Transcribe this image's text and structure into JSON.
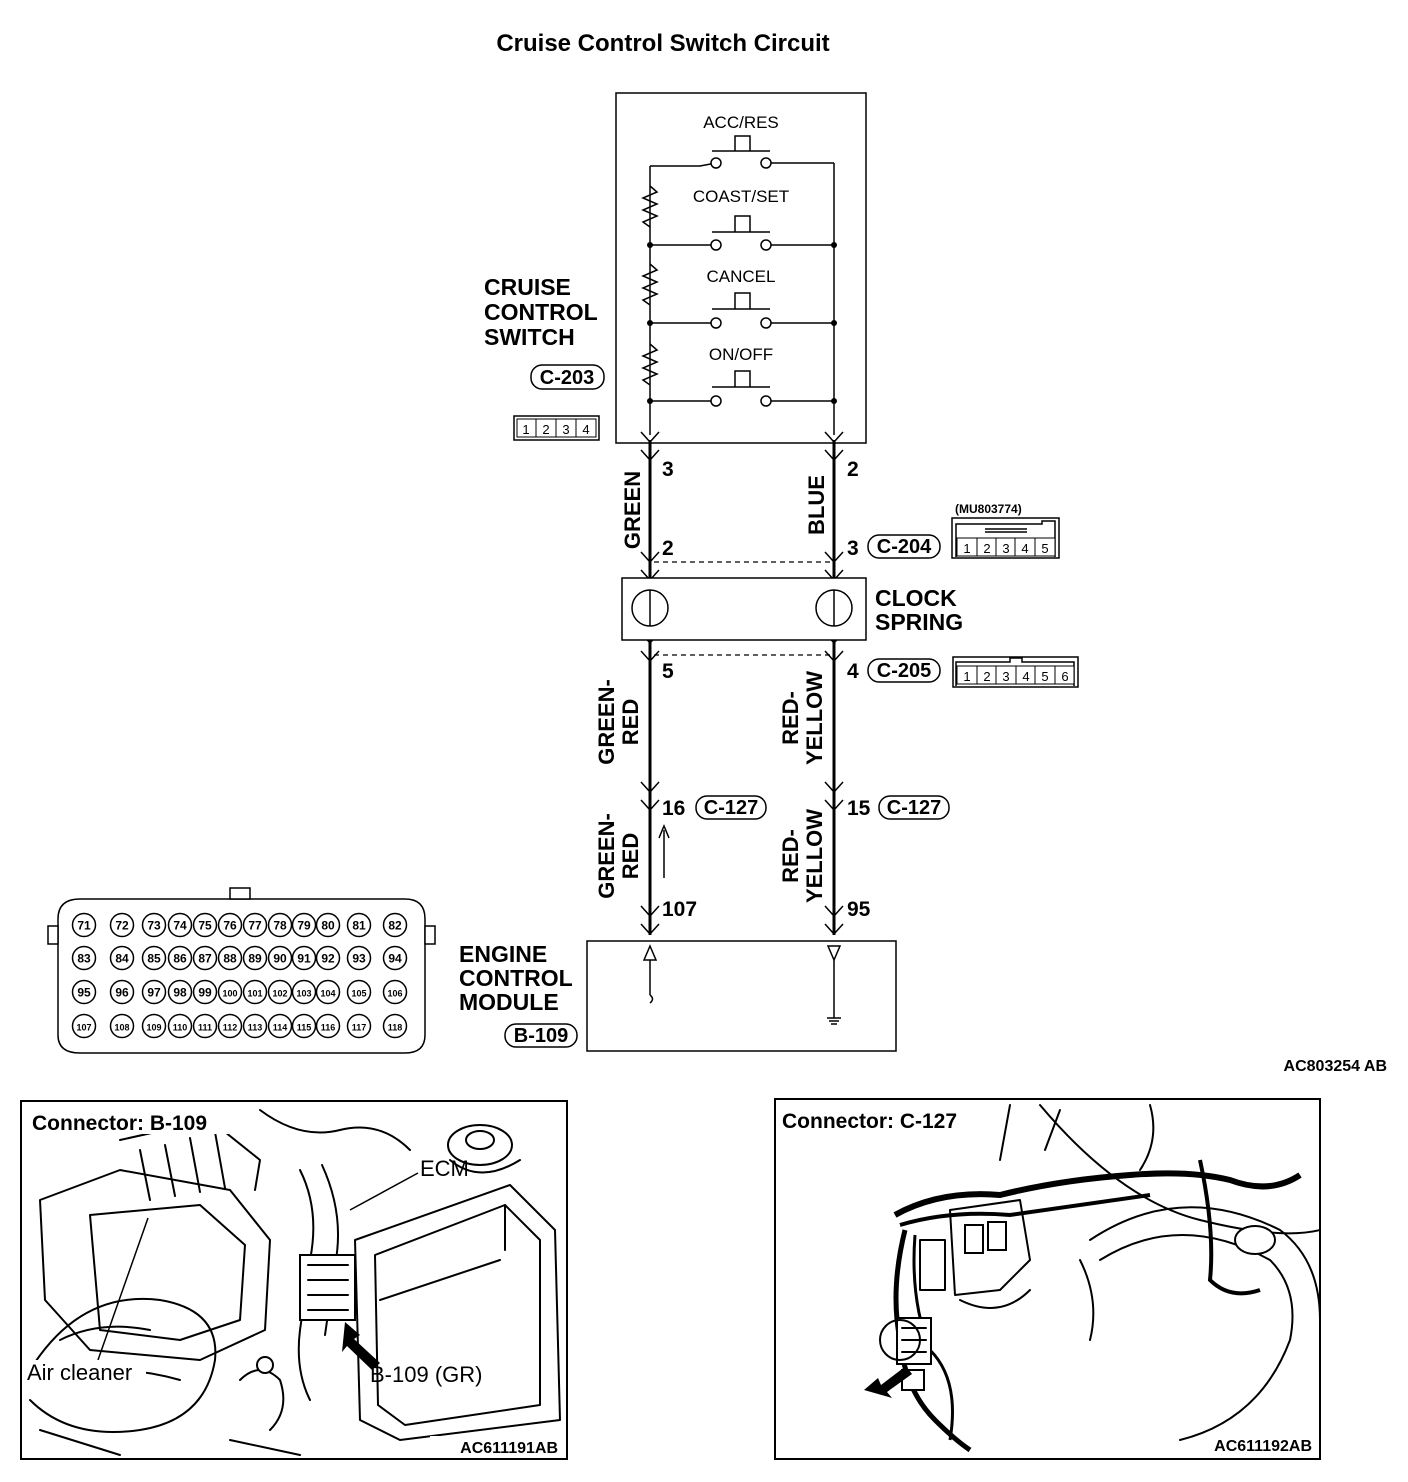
{
  "title": "Cruise Control Switch Circuit",
  "switch": {
    "label_lines": [
      "CRUISE",
      "CONTROL",
      "SWITCH"
    ],
    "connector": "C-203",
    "pins": [
      "1",
      "2",
      "3",
      "4"
    ],
    "buttons": [
      "ACC/RES",
      "COAST/SET",
      "CANCEL",
      "ON/OFF"
    ]
  },
  "wires": {
    "left_upper": "GREEN",
    "right_upper": "BLUE",
    "left_middle_lines": [
      "GREEN-",
      "RED"
    ],
    "right_middle_lines": [
      "RED-",
      "YELLOW"
    ],
    "left_lower_lines": [
      "GREEN-",
      "RED"
    ],
    "right_lower_lines": [
      "RED-",
      "YELLOW"
    ]
  },
  "pins": {
    "sw_left": "3",
    "sw_right": "2",
    "c204_left": "2",
    "c204_right": "3",
    "c205_left": "5",
    "c205_right": "4",
    "c127_left": "16",
    "c127_right": "15",
    "ecm_left": "107",
    "ecm_right": "95"
  },
  "connectors": {
    "c204": "C-204",
    "c204_part": "(MU803774)",
    "c204_pins": [
      "1",
      "2",
      "3",
      "4",
      "5"
    ],
    "c205": "C-205",
    "c205_pins": [
      "1",
      "2",
      "3",
      "4",
      "5",
      "6"
    ],
    "c127": "C-127"
  },
  "clock_spring_lines": [
    "CLOCK",
    "SPRING"
  ],
  "ecm": {
    "label_lines": [
      "ENGINE",
      "CONTROL",
      "MODULE"
    ],
    "connector": "B-109",
    "pin_rows": [
      [
        "71",
        "72",
        "73",
        "74",
        "75",
        "76",
        "77",
        "78",
        "79",
        "80",
        "81",
        "82"
      ],
      [
        "83",
        "84",
        "85",
        "86",
        "87",
        "88",
        "89",
        "90",
        "91",
        "92",
        "93",
        "94"
      ],
      [
        "95",
        "96",
        "97",
        "98",
        "99",
        "100",
        "101",
        "102",
        "103",
        "104",
        "105",
        "106"
      ],
      [
        "107",
        "108",
        "109",
        "110",
        "111",
        "112",
        "113",
        "114",
        "115",
        "116",
        "117",
        "118"
      ]
    ]
  },
  "diagram_code": "AC803254 AB",
  "photo_left": {
    "title": "Connector: B-109",
    "labels": {
      "ecm": "ECM",
      "air_cleaner": "Air cleaner",
      "connector": "B-109 (GR)"
    },
    "code": "AC611191AB"
  },
  "photo_right": {
    "title": "Connector: C-127",
    "code": "AC611192AB"
  }
}
